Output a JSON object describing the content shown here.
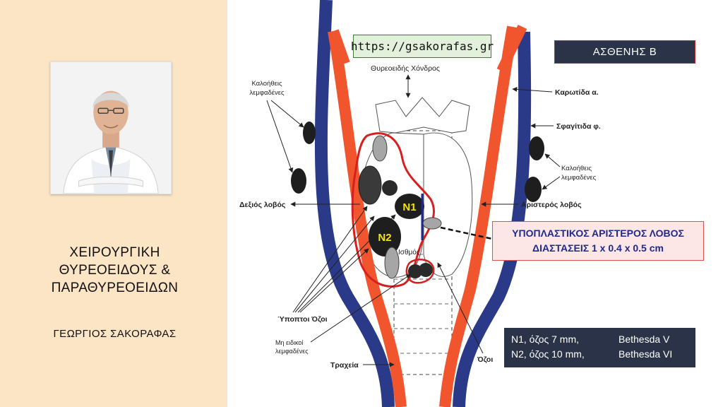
{
  "course": {
    "line1": "ΧΕΙΡΟΥΡΓΙΚΗ",
    "line2": "ΘΥΡΕΟΕΙΔΟΥΣ &",
    "line3": "ΠΑΡΑΘΥΡΕΟΕΙΔΩΝ",
    "author": "ΓΕΩΡΓΙΟΣ ΣΑΚΟΡΑΦΑΣ"
  },
  "url": "https://gsakorafas.gr",
  "patient": "ΑΣΘΕΝΗΣ Β",
  "finding": {
    "line1": "ΥΠΟΠΛΑΣΤΙΚΟΣ ΑΡΙΣΤΕΡΟΣ ΛΟΒΟΣ",
    "line2": "ΔΙΑΣΤΑΣΕΙΣ 1 x 0.4 x 0.5 cm"
  },
  "nodules": [
    {
      "label": "N1, όζος 7 mm,",
      "bethesda": "Bethesda V"
    },
    {
      "label": "N2, όζος 10 mm,",
      "bethesda": "Bethesda VI"
    }
  ],
  "diagram": {
    "thyroid_cartilage": "Θυρεοειδής Χόνδρος",
    "benign_nodes_left_1": "Καλοήθεις",
    "benign_nodes_left_2": "λεμφαδένες",
    "benign_nodes_right_1": "Καλοήθεις",
    "benign_nodes_right_2": "λεμφαδένες",
    "carotid": "Καρωτίδα α.",
    "jugular": "Σφαγίτιδα φ.",
    "right_lobe": "Δεξιός λοβός",
    "left_lobe": "Αριστερός λοβός",
    "isthmus": "Ισθμός",
    "suspicious_nodules": "Ύποπτοι Όζοι",
    "nonspecific_nodes_1": "Μη ειδικοί",
    "nonspecific_nodes_2": "λεμφαδένες",
    "trachea": "Τραχεία",
    "nodules": "Όζοι",
    "n1": "N1",
    "n2": "N2"
  },
  "colors": {
    "artery": "#f0552e",
    "vein": "#2a3a88",
    "outline": "#d81f1f",
    "nodule_dark": "#2a2a2a",
    "nodule_gray": "#a6a6a6",
    "nodule_label": "#f2e40a"
  },
  "icons": {
    "photo": "presenter-portrait"
  }
}
